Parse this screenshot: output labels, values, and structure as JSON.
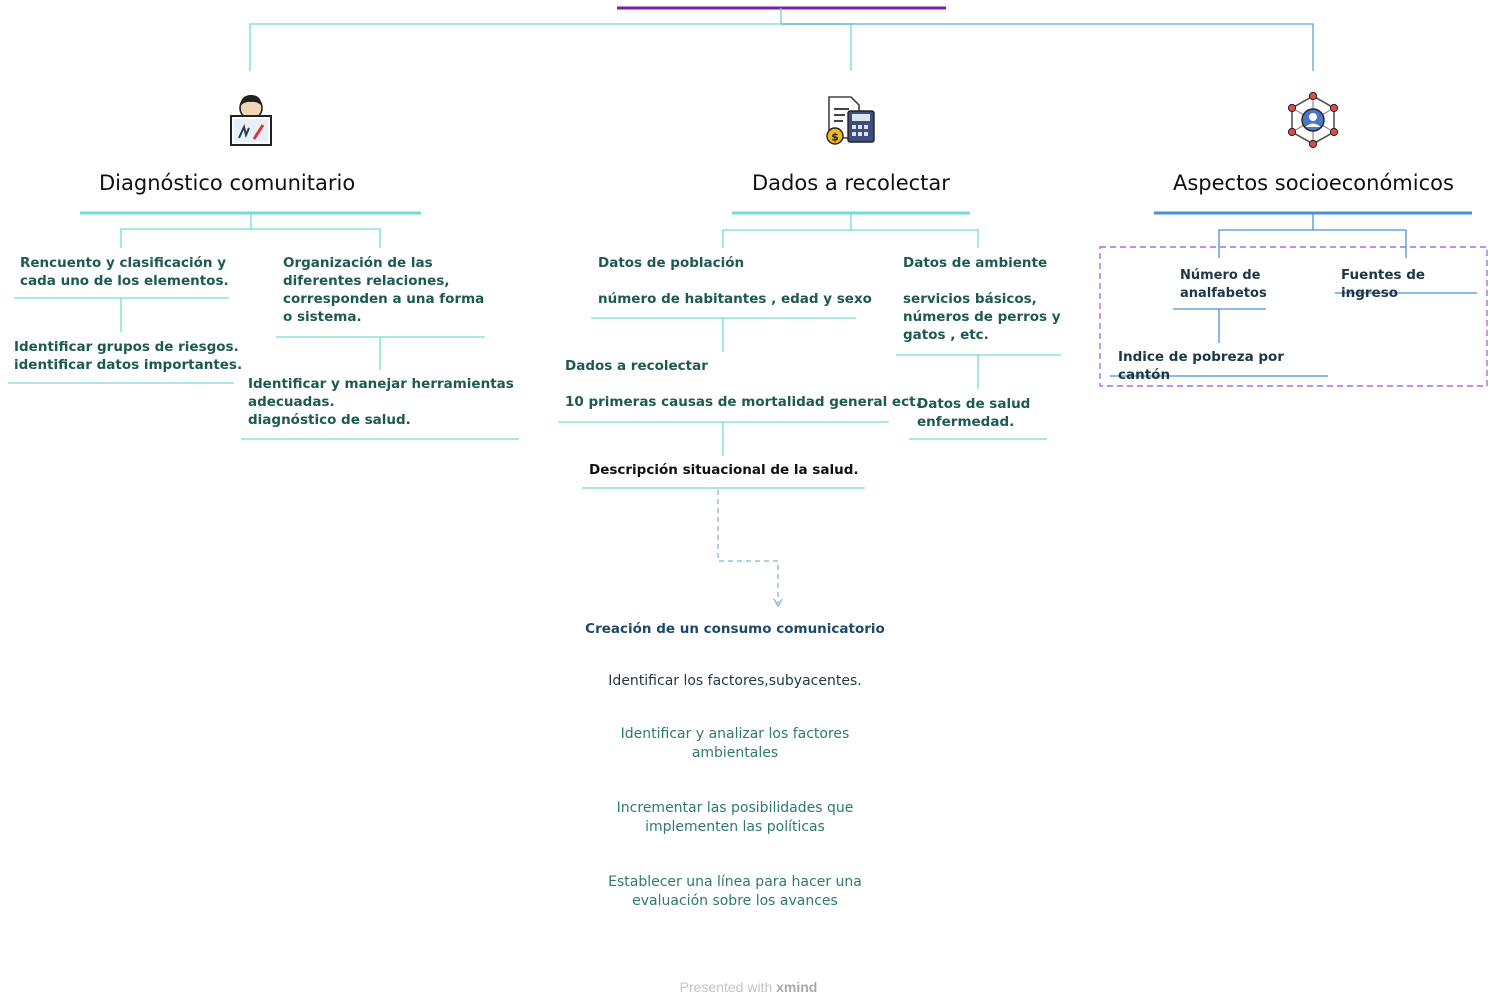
{
  "branches": {
    "diagnostico": {
      "title": "Diagnóstico comunitario",
      "node_a": "Rencuento y clasificación y\ncada uno de los elementos.",
      "node_a_child": "Identificar grupos de riesgos.\nidentificar datos importantes.",
      "node_b": "Organización de las\ndiferentes  relaciones,\ncorresponden a una forma\no sistema.",
      "node_b_child": "Identificar y manejar herramientas\nadecuadas.\ndiagnóstico de salud."
    },
    "dados": {
      "title": "Dados a recolectar",
      "poblacion": "Datos de población\n\nnúmero de habitantes , edad  y sexo",
      "recolectar": "Dados a recolectar\n\n10 primeras causas de mortalidad general ect.",
      "descripcion": "Descripción situacional de la salud.",
      "ambiente": "Datos de ambiente\n\nservicios básicos,\nnúmeros de perros y\ngatos , etc.",
      "salud": "Datos de salud\nenfermedad."
    },
    "aspectos": {
      "title": "Aspectos socioeconómicos",
      "analfabetos": "Número de\nanalfabetos",
      "ingreso": "Fuentes de\ningreso",
      "pobreza": "Indice de pobreza por\ncantón"
    }
  },
  "list": {
    "item1": "Creación de un consumo comunicatorio",
    "item2": "Identificar los factores,subyacentes.",
    "item3": "Identificar y analizar los factores\nambientales",
    "item4": "Incrementar las posibilidades que\nimplementen las políticas",
    "item5": "Establecer una línea para hacer una\nevaluación sobre los avances"
  },
  "footer": {
    "prefix": "Presented with ",
    "brand": "xmind"
  },
  "colors": {
    "root_line": "#7a1fa2",
    "teal": "#73dcd6",
    "blue": "#4a90d4",
    "dashed_box": "#b06bd6",
    "text_green": "#1d5a50",
    "text_dark": "#1c3848"
  },
  "icons": {
    "diagnostico": "person-laptop-icon",
    "dados": "document-calculator-icon",
    "aspectos": "network-user-icon"
  }
}
